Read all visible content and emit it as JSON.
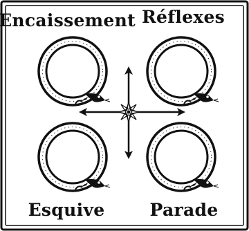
{
  "panel": {
    "background": "#ffffff",
    "ink": "#111111"
  },
  "labels": {
    "top_left": "Encaissement",
    "top_right": "Réflexes",
    "bottom_left": "Esquive",
    "bottom_right": "Parade"
  },
  "icons": {
    "ring": "ouroboros-icon",
    "center": "compass-cross-icon"
  }
}
